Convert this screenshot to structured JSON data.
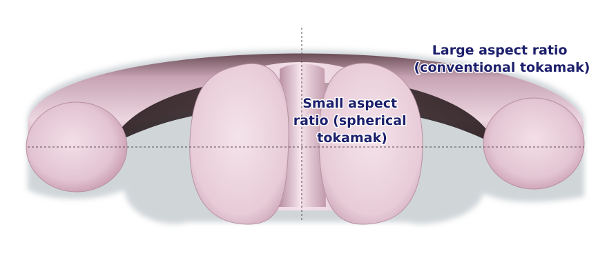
{
  "labels": {
    "large": {
      "line1": "Large aspect ratio",
      "line2": "(conventional tokamak)"
    },
    "small": {
      "line1": "Small aspect",
      "line2": "ratio (spherical",
      "line3": "tokamak)"
    }
  },
  "colors": {
    "text": "#1c1f6b",
    "torus_light": "#f1dbe6",
    "torus_mid": "#cfa0b4",
    "torus_dark": "#241618",
    "background": "#ffffff",
    "shadow": "#aab4ba"
  }
}
